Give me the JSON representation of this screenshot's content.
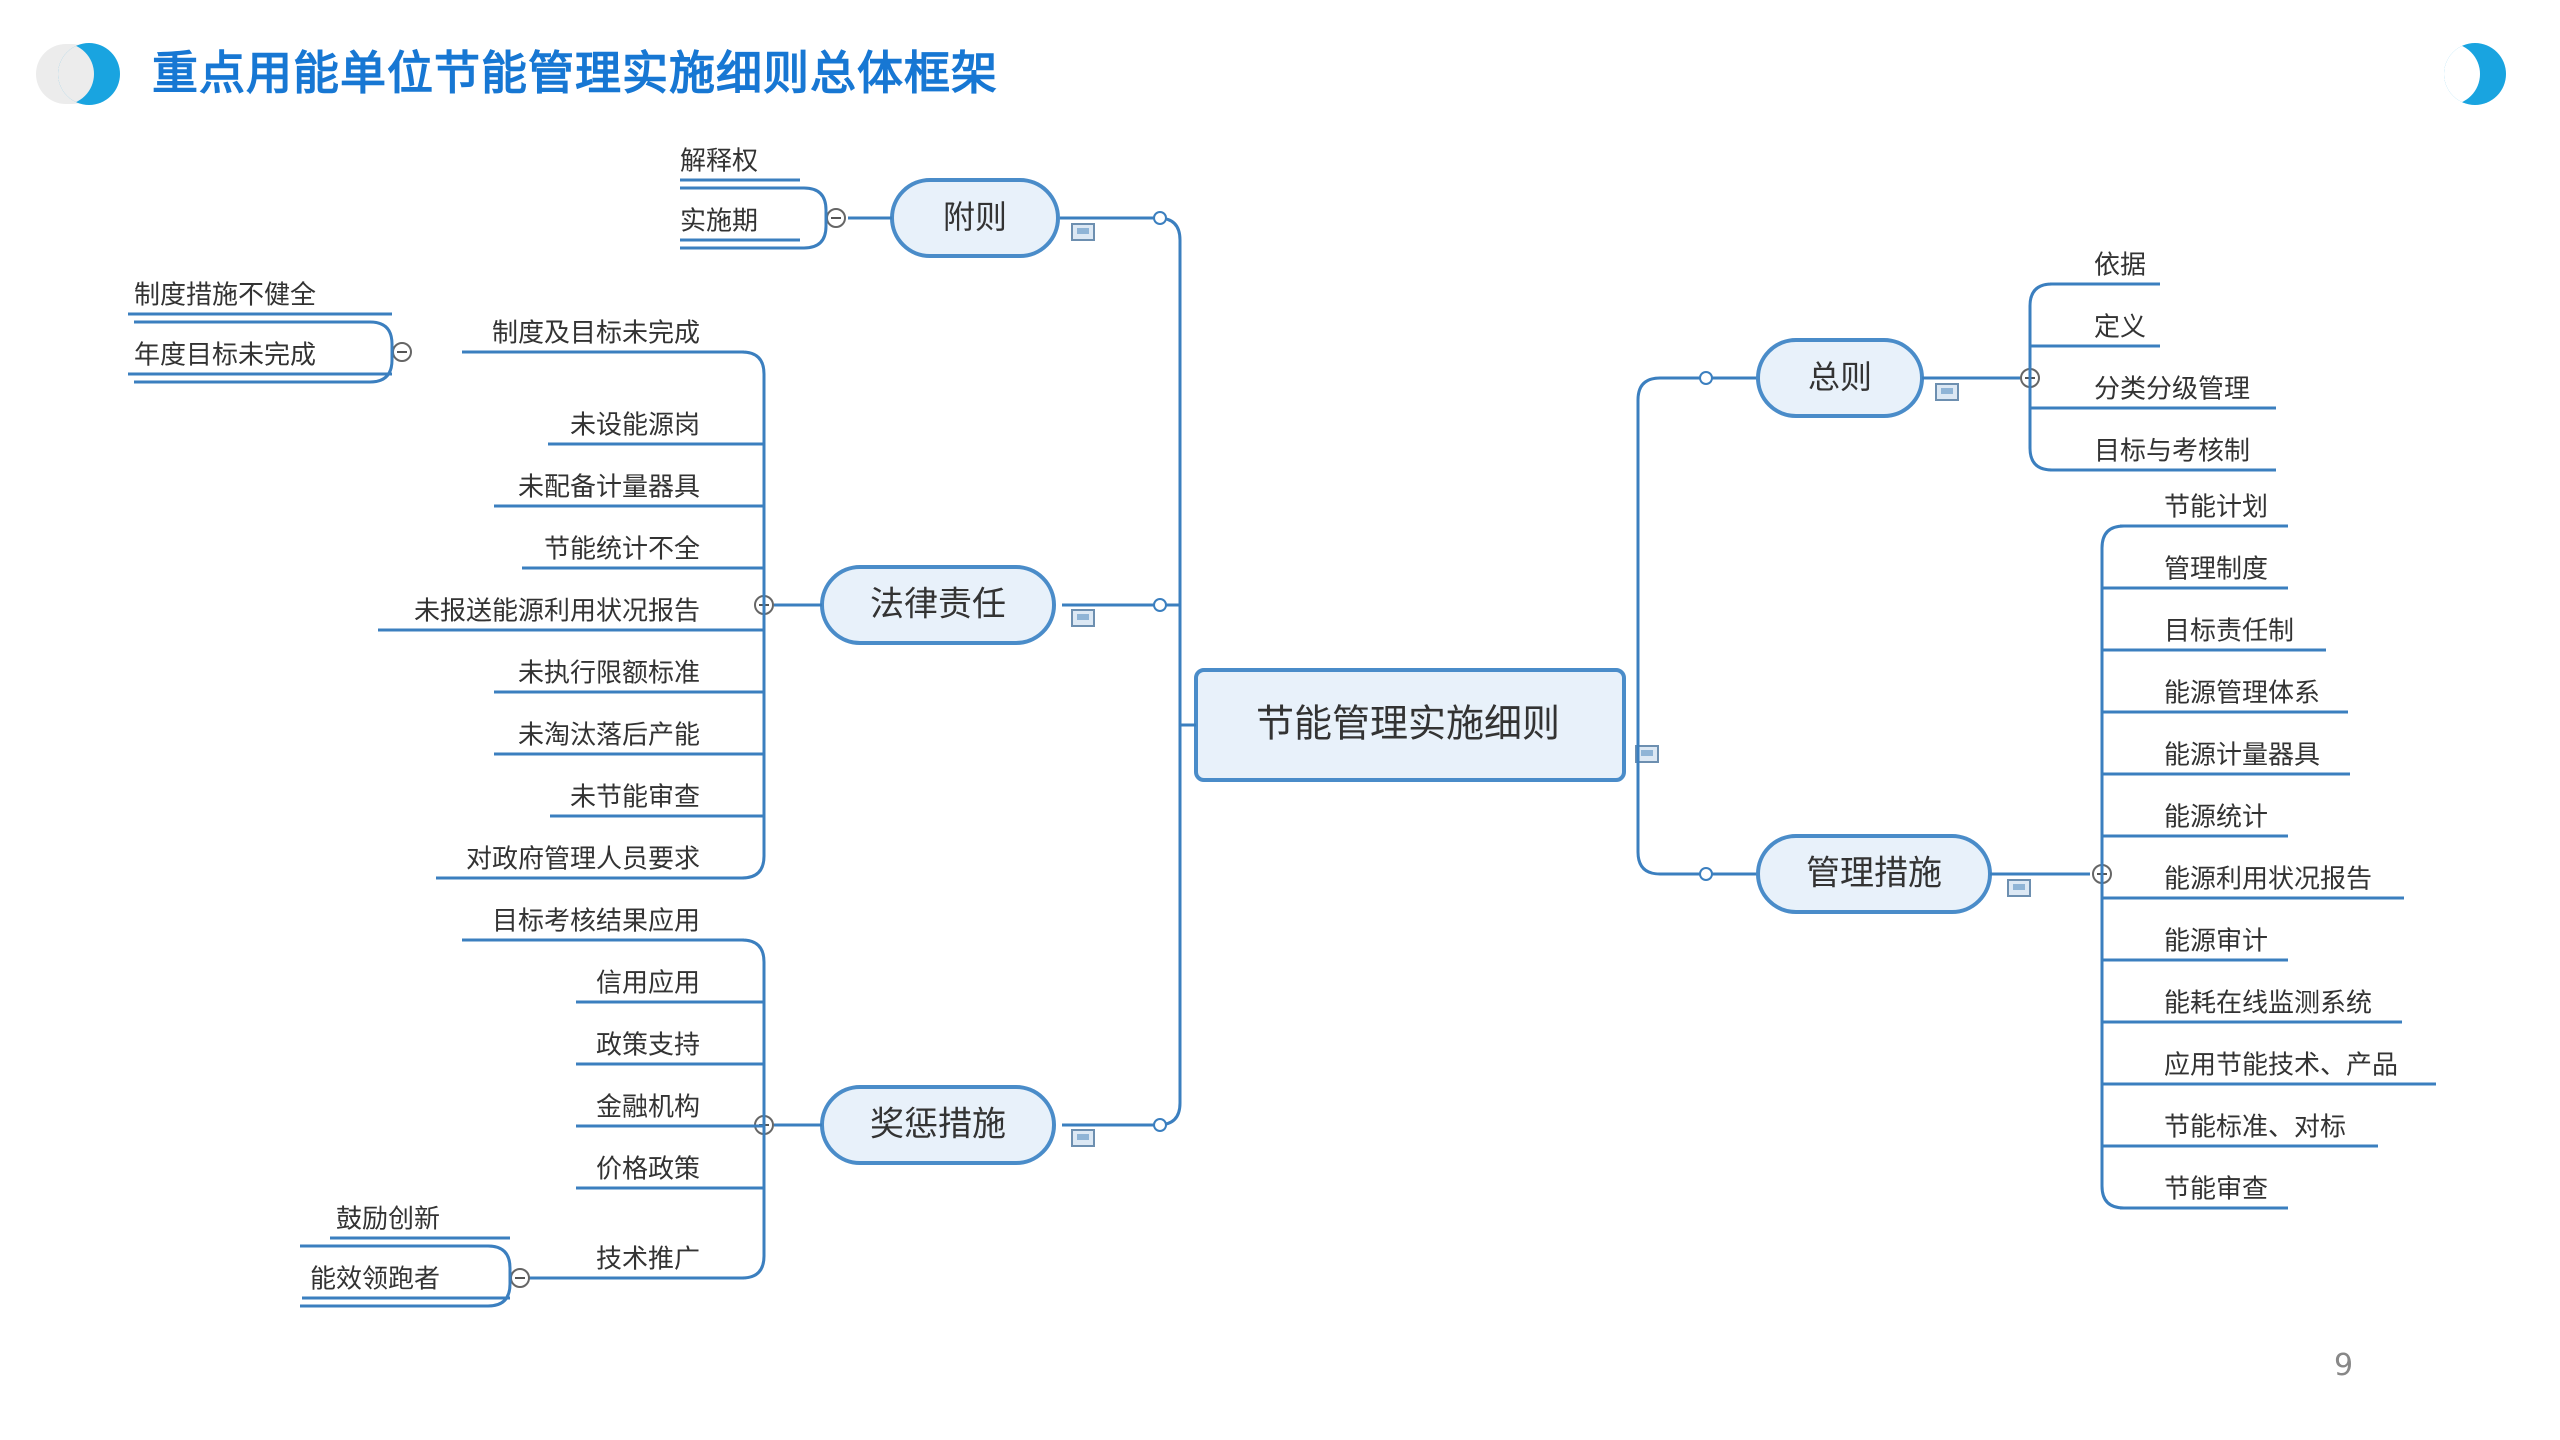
{
  "title": "重点用能单位节能管理实施细则总体框架",
  "page_number": "9",
  "colors": {
    "accent": "#1777d3",
    "line": "#3b7fbf",
    "node_fill": "#e8f1fa",
    "node_border": "#4a8cc9"
  },
  "mindmap": {
    "root": "节能管理实施细则",
    "left_branches": [
      {
        "label": "附则",
        "children": [
          {
            "label": "解释权"
          },
          {
            "label": "实施期"
          }
        ]
      },
      {
        "label": "法律责任",
        "children": [
          {
            "label": "制度及目标未完成",
            "children": [
              {
                "label": "制度措施不健全"
              },
              {
                "label": "年度目标未完成"
              }
            ]
          },
          {
            "label": "未设能源岗"
          },
          {
            "label": "未配备计量器具"
          },
          {
            "label": "节能统计不全"
          },
          {
            "label": "未报送能源利用状况报告"
          },
          {
            "label": "未执行限额标准"
          },
          {
            "label": "未淘汰落后产能"
          },
          {
            "label": "未节能审查"
          },
          {
            "label": "对政府管理人员要求"
          }
        ]
      },
      {
        "label": "奖惩措施",
        "children": [
          {
            "label": "目标考核结果应用"
          },
          {
            "label": "信用应用"
          },
          {
            "label": "政策支持"
          },
          {
            "label": "金融机构"
          },
          {
            "label": "价格政策"
          },
          {
            "label": "技术推广",
            "children": [
              {
                "label": "鼓励创新"
              },
              {
                "label": "能效领跑者"
              }
            ]
          }
        ]
      }
    ],
    "right_branches": [
      {
        "label": "总则",
        "children": [
          {
            "label": "依据"
          },
          {
            "label": "定义"
          },
          {
            "label": "分类分级管理"
          },
          {
            "label": "目标与考核制"
          }
        ]
      },
      {
        "label": "管理措施",
        "children": [
          {
            "label": "节能计划"
          },
          {
            "label": "管理制度"
          },
          {
            "label": "目标责任制"
          },
          {
            "label": "能源管理体系"
          },
          {
            "label": "能源计量器具"
          },
          {
            "label": "能源统计"
          },
          {
            "label": "能源利用状况报告"
          },
          {
            "label": "能源审计"
          },
          {
            "label": "能耗在线监测系统"
          },
          {
            "label": "应用节能技术、产品"
          },
          {
            "label": "节能标准、对标"
          },
          {
            "label": "节能审查"
          }
        ]
      }
    ]
  }
}
